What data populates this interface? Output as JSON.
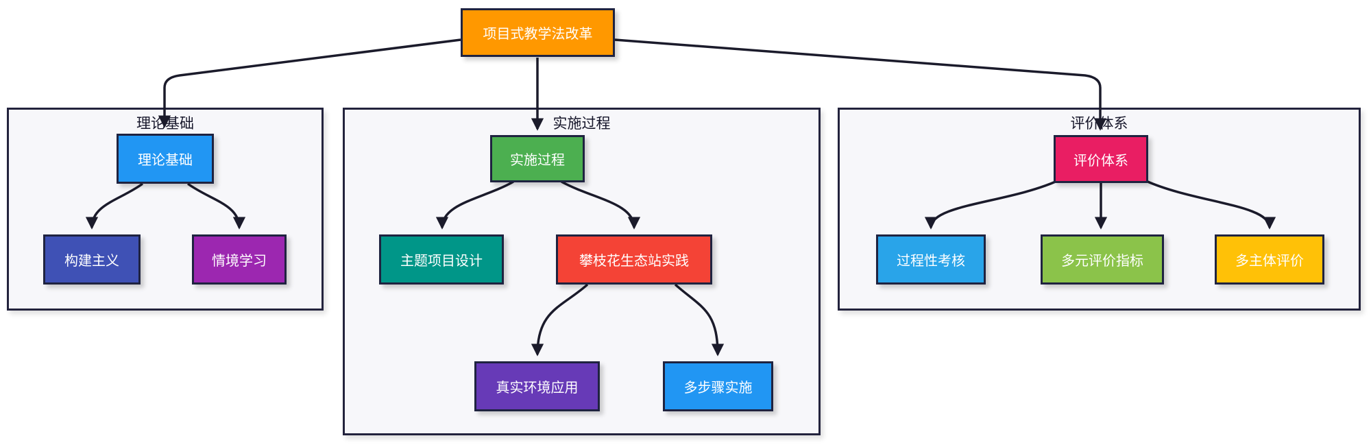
{
  "diagram": {
    "type": "flowchart",
    "background_color": "#ffffff",
    "group_fill_color": "#f7f7fa",
    "border_color": "#23233d",
    "edge_color": "#1b1b2b",
    "node_text_color": "#ffffff",
    "root": {
      "id": "root",
      "label": "项目式教学法改革",
      "color": "#ff9800"
    },
    "groups": [
      {
        "title": "理论基础",
        "nodes": [
          {
            "id": "theory",
            "label": "理论基础",
            "color": "#2196f3"
          },
          {
            "id": "constructivism",
            "label": "构建主义",
            "color": "#3f51b5"
          },
          {
            "id": "situated",
            "label": "情境学习",
            "color": "#9c27b0"
          }
        ]
      },
      {
        "title": "实施过程",
        "nodes": [
          {
            "id": "implementation",
            "label": "实施过程",
            "color": "#4caf50"
          },
          {
            "id": "design",
            "label": "主题项目设计",
            "color": "#009688"
          },
          {
            "id": "practice",
            "label": "攀枝花生态站实践",
            "color": "#f44336"
          },
          {
            "id": "real_env",
            "label": "真实环境应用",
            "color": "#673ab7"
          },
          {
            "id": "multi_step",
            "label": "多步骤实施",
            "color": "#2196f3"
          }
        ]
      },
      {
        "title": "评价体系",
        "nodes": [
          {
            "id": "evaluation",
            "label": "评价体系",
            "color": "#e91e63"
          },
          {
            "id": "process_assess",
            "label": "过程性考核",
            "color": "#29a4e9"
          },
          {
            "id": "indicators",
            "label": "多元评价指标",
            "color": "#8bc34a"
          },
          {
            "id": "subjects",
            "label": "多主体评价",
            "color": "#ffc107"
          }
        ]
      }
    ],
    "edges": [
      {
        "from": "root",
        "to": "theory"
      },
      {
        "from": "root",
        "to": "implementation"
      },
      {
        "from": "root",
        "to": "evaluation"
      },
      {
        "from": "theory",
        "to": "constructivism"
      },
      {
        "from": "theory",
        "to": "situated"
      },
      {
        "from": "implementation",
        "to": "design"
      },
      {
        "from": "implementation",
        "to": "practice"
      },
      {
        "from": "practice",
        "to": "real_env"
      },
      {
        "from": "practice",
        "to": "multi_step"
      },
      {
        "from": "evaluation",
        "to": "process_assess"
      },
      {
        "from": "evaluation",
        "to": "indicators"
      },
      {
        "from": "evaluation",
        "to": "subjects"
      }
    ]
  }
}
